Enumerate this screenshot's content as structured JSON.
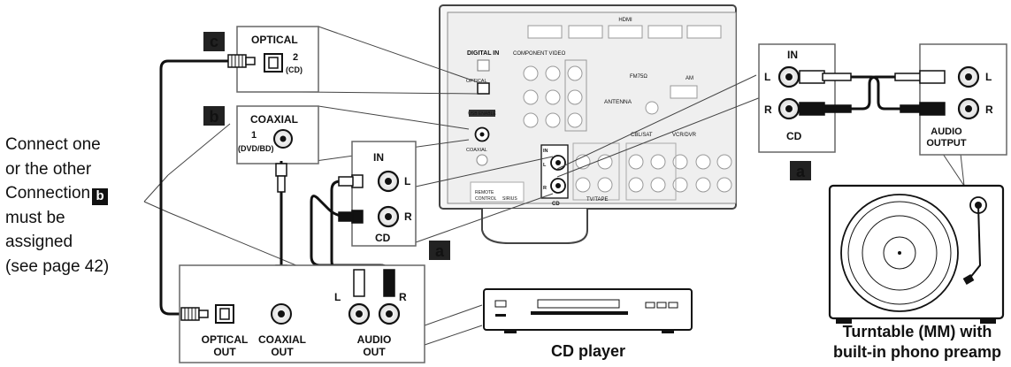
{
  "badges": {
    "a": "a",
    "b": "b",
    "c": "c"
  },
  "optical": {
    "title": "OPTICAL",
    "num": "2",
    "sub": "(CD)"
  },
  "coaxial": {
    "title": "COAXIAL",
    "num": "1",
    "sub": "(DVD/BD)"
  },
  "cd_box": {
    "in": "IN",
    "l": "L",
    "r": "R",
    "cd": "CD"
  },
  "turntable_box": {
    "in": "IN",
    "l": "L",
    "r": "R",
    "cd": "CD",
    "audio": "AUDIO",
    "output": "OUTPUT"
  },
  "player_panel": {
    "l": "L",
    "r": "R",
    "optical1": "OPTICAL",
    "optical2": "OUT",
    "coaxial1": "COAXIAL",
    "coaxial2": "OUT",
    "audio1": "AUDIO",
    "audio2": "OUT"
  },
  "note": {
    "line1": "Connect one",
    "line2": "or the other",
    "line3": "Connection",
    "line4": "must be",
    "line5": "assigned",
    "line6": "(see page 42)"
  },
  "captions": {
    "cd_player": "CD player",
    "turntable1": "Turntable (MM) with",
    "turntable2": "built-in phono preamp"
  },
  "receiver": {
    "hdmi": "HDMI",
    "digital_in": "DIGITAL IN",
    "component_video": "COMPONENT VIDEO",
    "antenna": "ANTENNA",
    "fm": "FM75Ω",
    "am": "AM",
    "optical": "OPTICAL",
    "coaxial": "COAXIAL",
    "remote": "REMOTE",
    "control": "CONTROL",
    "sirius": "SIRIUS",
    "cbl_sat": "CBL/SAT",
    "vcr_dvr": "VCR/DVR",
    "tv_tape": "TV/TAPE",
    "in": "IN",
    "cd": "CD",
    "l": "L",
    "r": "R",
    "usb_enable": "USB ENABLE"
  }
}
